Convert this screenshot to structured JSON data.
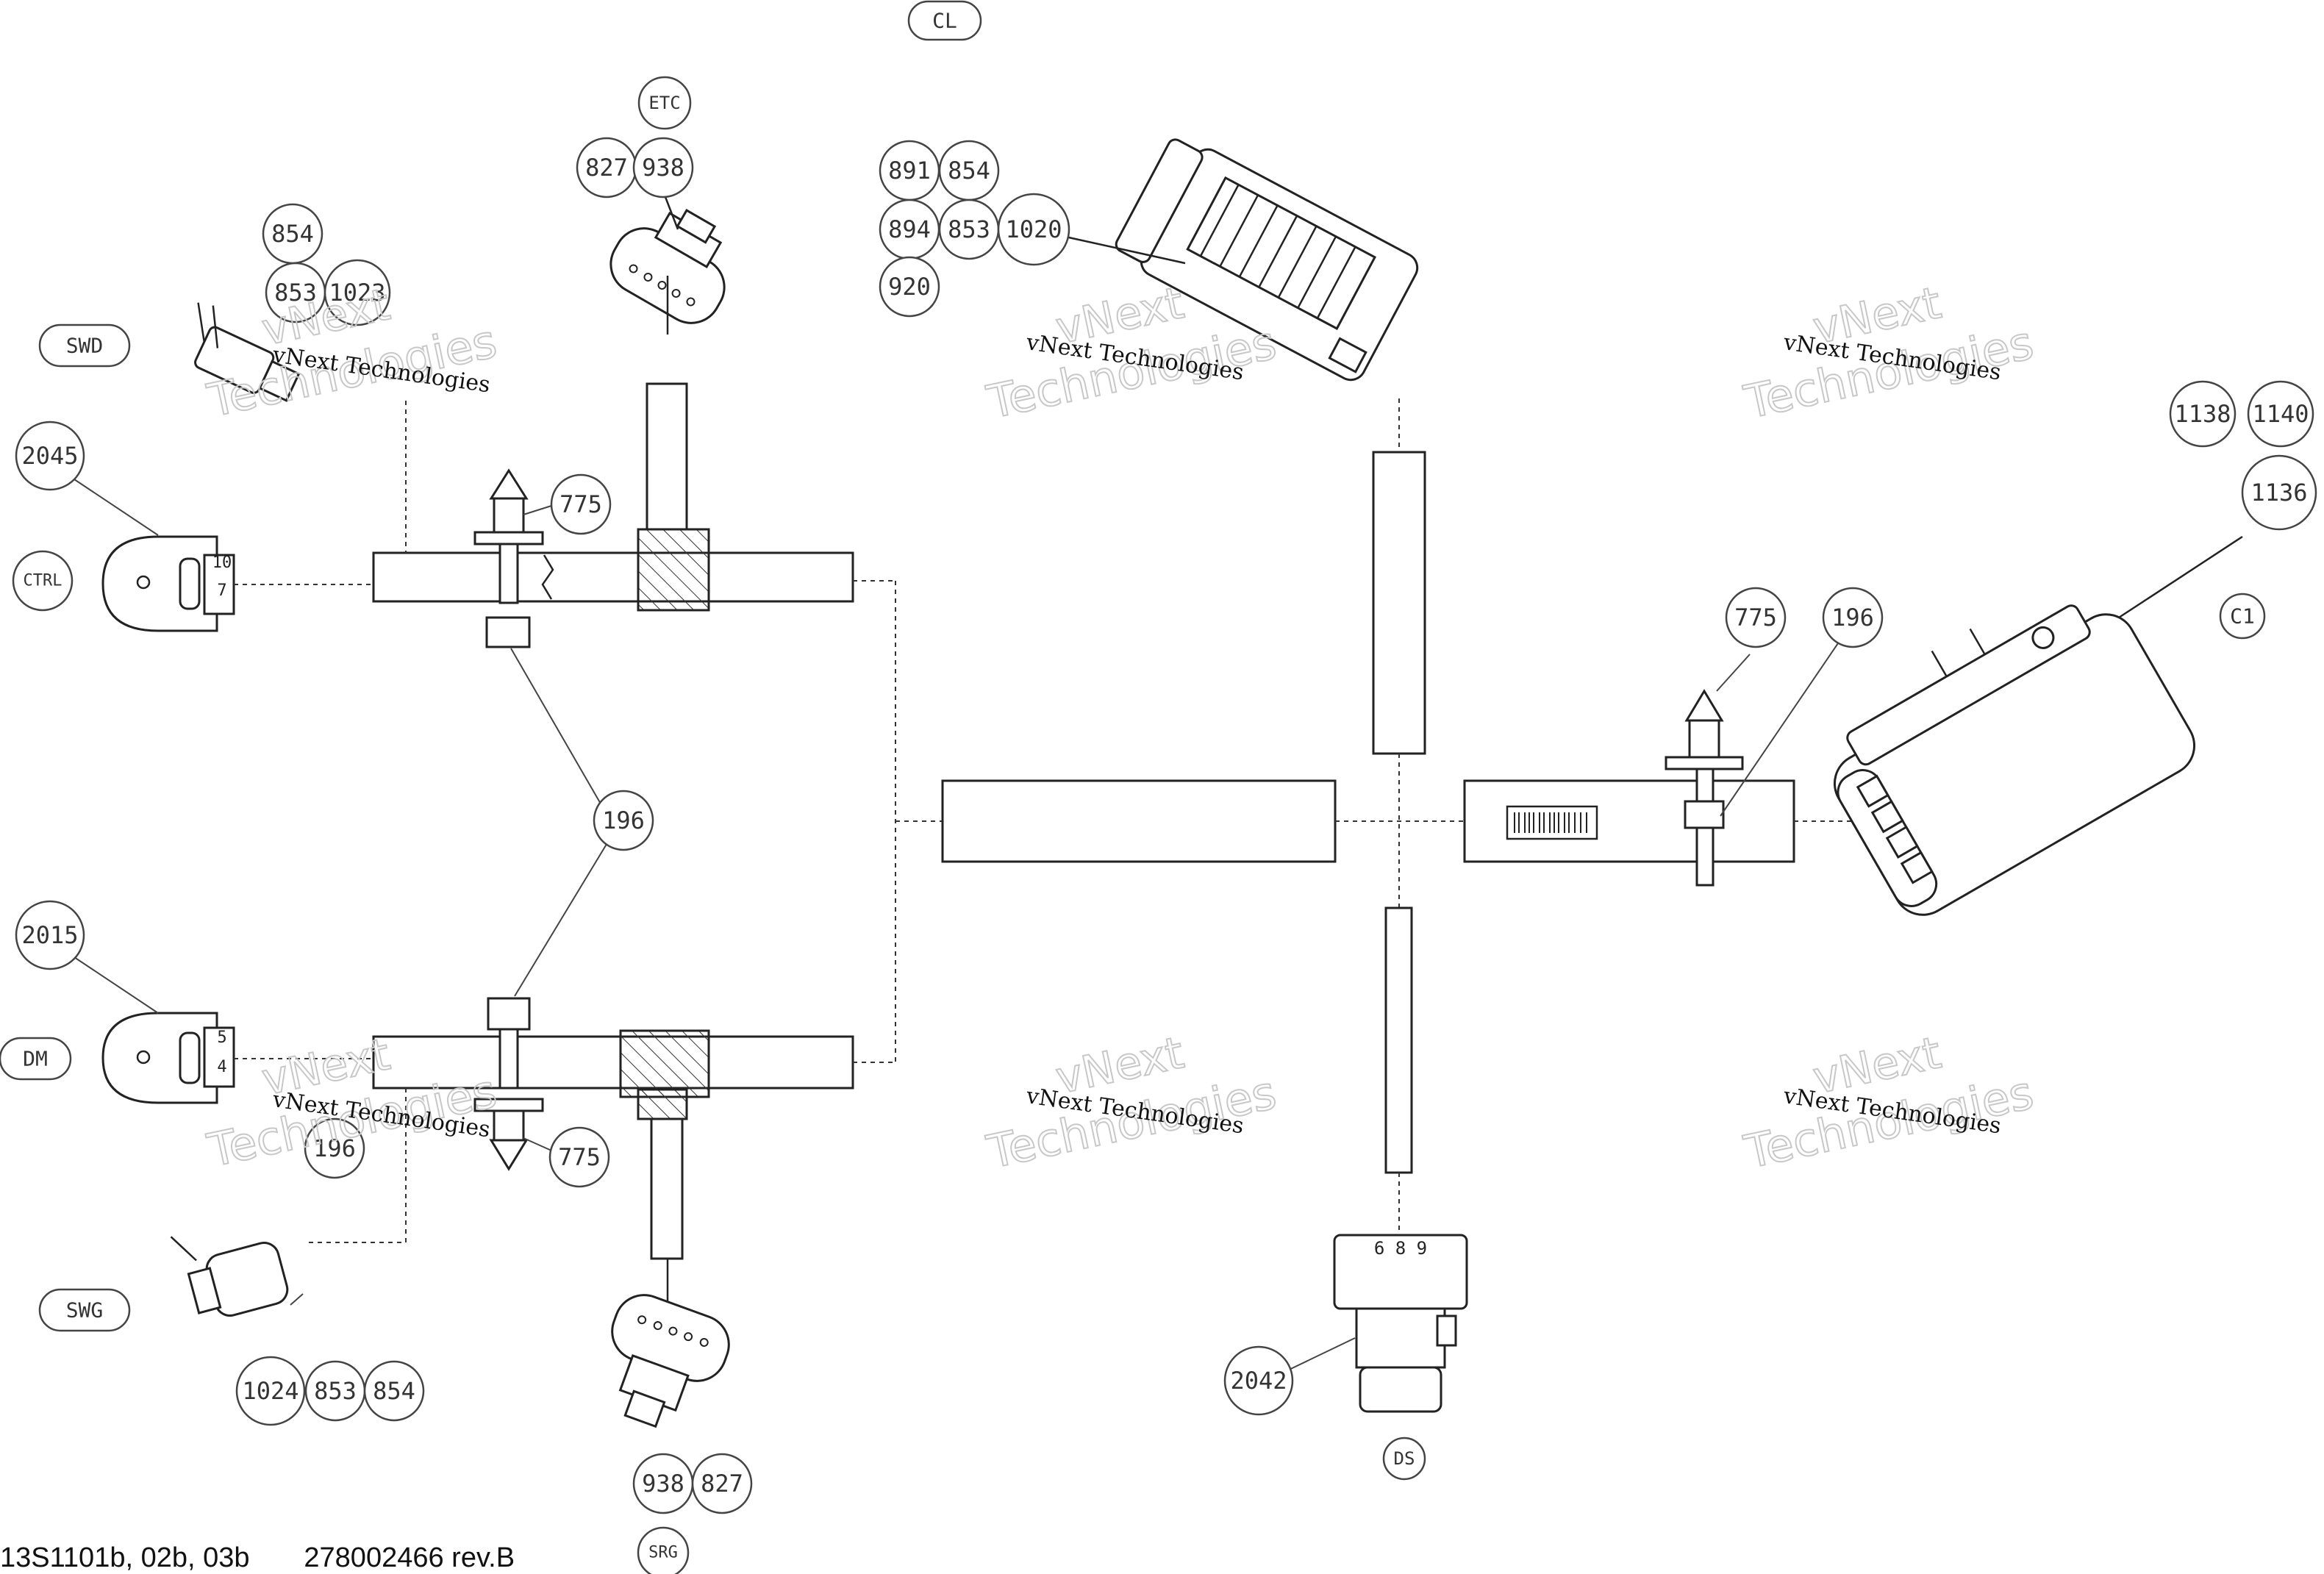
{
  "connector_tags": {
    "cl": "CL",
    "etc": "ETC",
    "swd": "SWD",
    "ctrl": "CTRL",
    "dm": "DM",
    "swg": "SWG",
    "c1": "C1",
    "ds": "DS",
    "srg": "SRG"
  },
  "part_callouts": {
    "etc_827": "827",
    "etc_938": "938",
    "swd_854": "854",
    "swd_853": "853",
    "swd_1023": "1023",
    "ctrl_2045": "2045",
    "clip_top_775": "775",
    "clip_196": "196",
    "dm_2015": "2015",
    "dm_196": "196",
    "clip_bottom_775": "775",
    "swg_1024": "1024",
    "swg_853": "853",
    "swg_854": "854",
    "srg_938": "938",
    "srg_827": "827",
    "cl_891": "891",
    "cl_854": "854",
    "cl_894": "894",
    "cl_853": "853",
    "cl_1020": "1020",
    "cl_920": "920",
    "c1_1138": "1138",
    "c1_1140": "1140",
    "c1_1136": "1136",
    "right_clip_775": "775",
    "right_clip_196": "196",
    "ds_2042": "2042"
  },
  "pin_labels": {
    "ctrl_pins_top": "10",
    "ctrl_pins_bottom": "7",
    "dm_pins_top": "5",
    "dm_pins_bottom": "4",
    "ds_pins": "6 8 9"
  },
  "watermarks": {
    "vnext": "vNext Technologies",
    "ghost_top": "vNext",
    "ghost_bottom": "Technologies"
  },
  "footer": {
    "figure_ref": "13S1101b, 02b, 03b",
    "document_ref": "278002466 rev.B"
  }
}
